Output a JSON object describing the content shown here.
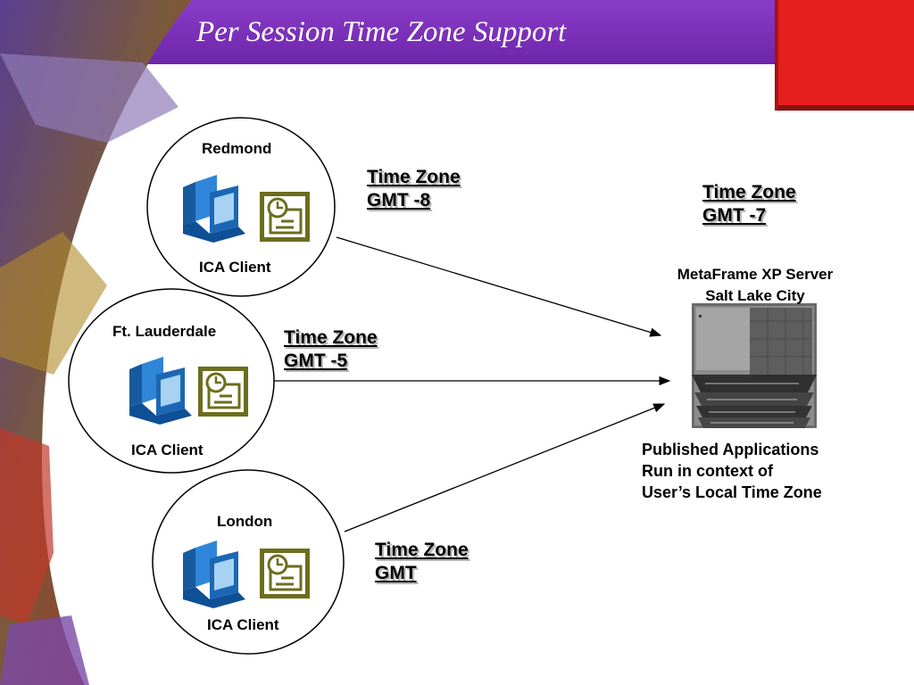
{
  "slide": {
    "title": "Per Session Time Zone Support"
  },
  "clients": [
    {
      "location": "Redmond",
      "label": "ICA Client",
      "time_zone_heading": "Time Zone",
      "time_zone": "GMT -8"
    },
    {
      "location": "Ft. Lauderdale",
      "label": "ICA Client",
      "time_zone_heading": "Time Zone",
      "time_zone": "GMT -5"
    },
    {
      "location": "London",
      "label": "ICA Client",
      "time_zone_heading": "Time Zone",
      "time_zone": "GMT"
    }
  ],
  "server": {
    "time_zone_heading": "Time Zone",
    "time_zone": "GMT -7",
    "name": "MetaFrame XP Server",
    "city": "Salt Lake City",
    "note_line1": "Published Applications",
    "note_line2": "Run in context of",
    "note_line3": "User’s Local Time Zone"
  },
  "icons": [
    "computer-icon",
    "clock-window-icon",
    "server-rack-image"
  ],
  "colors": {
    "title_bar": "#7b2db8",
    "accent_red": "#e61e1e",
    "icon_blue": "#1c67b5",
    "icon_olive": "#6d6d1e"
  }
}
